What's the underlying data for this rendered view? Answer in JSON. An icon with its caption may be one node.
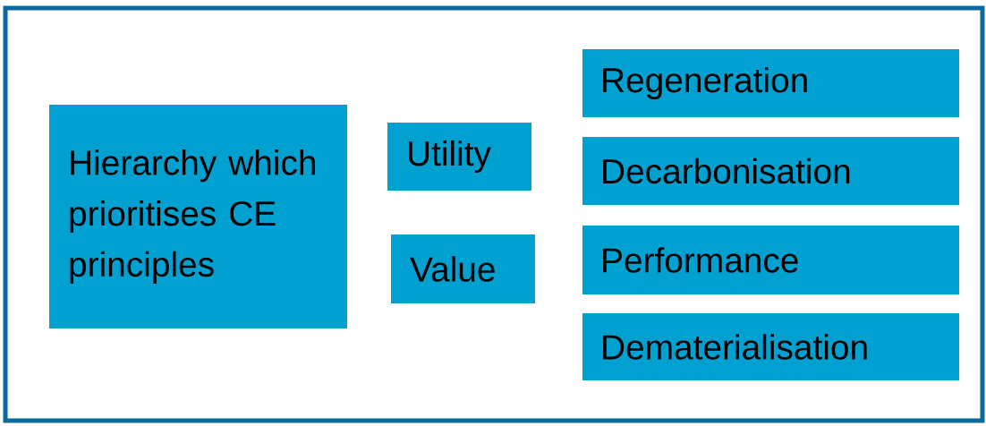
{
  "diagram": {
    "nodes": [
      {
        "text": [
          "Hierarchy which prioritises CE principles"
        ]
      },
      {
        "text": [
          "Utility"
        ]
      },
      {
        "text": [
          "Value"
        ]
      },
      {
        "text": [
          "Regeneration"
        ]
      },
      {
        "text": [
          "Decarbonisation"
        ]
      },
      {
        "text": [
          "Performance"
        ]
      },
      {
        "text": [
          "Dematerialisation"
        ]
      }
    ]
  }
}
